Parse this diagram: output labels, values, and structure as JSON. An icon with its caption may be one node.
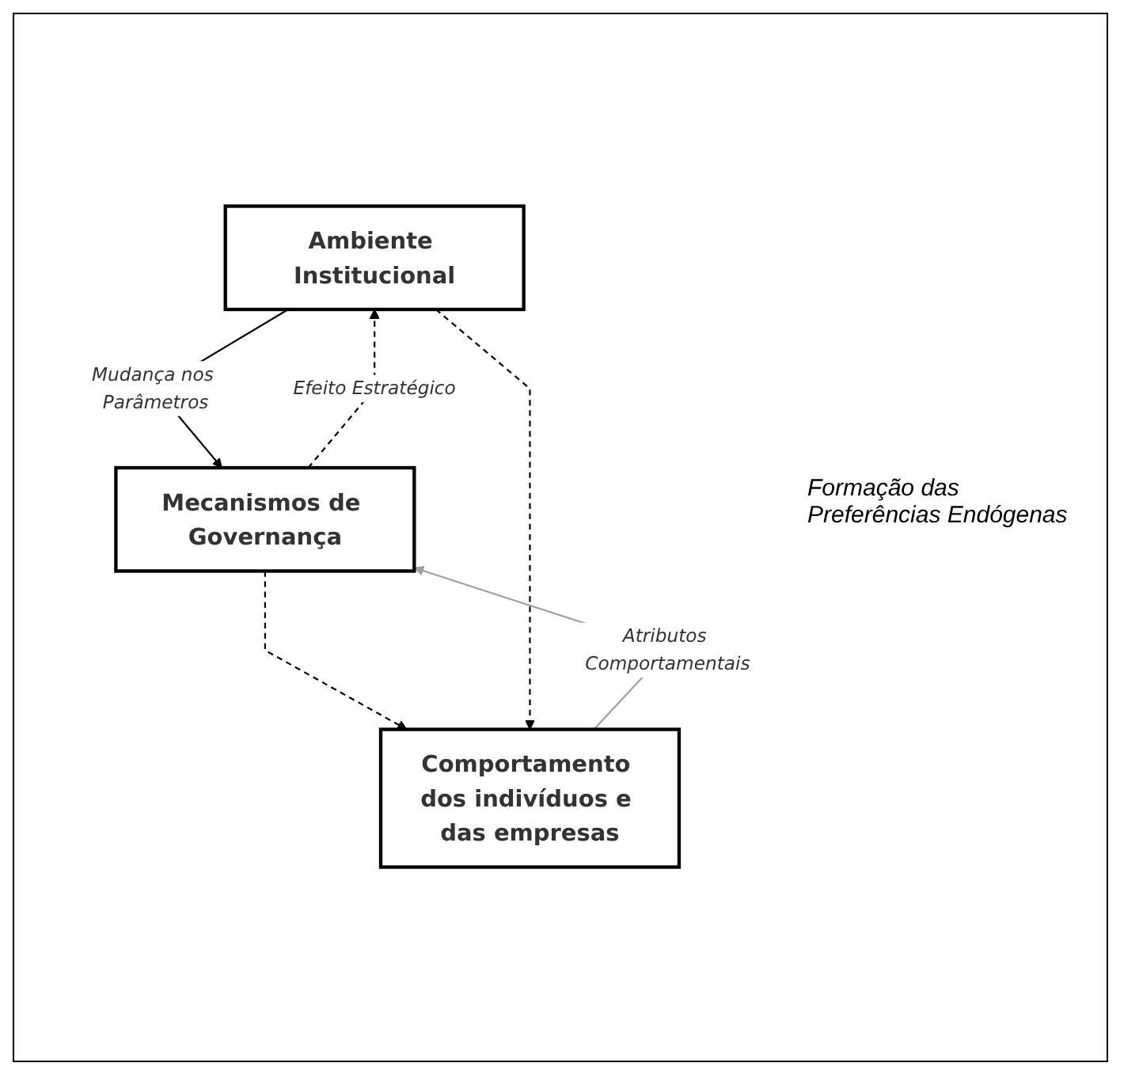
{
  "diagram": {
    "nodes": [
      {
        "text": [
          "Ambiente Institucional"
        ]
      },
      {
        "text": [
          "Mecanismos de Governança"
        ]
      },
      {
        "text": [
          "Comportamento dos indivíduos e das empresas"
        ]
      }
    ],
    "edges": [
      {
        "from": 0,
        "to": 1,
        "arrow": "to",
        "label": "Mudança nos Parâmetros"
      },
      {
        "from": 1,
        "to": 0,
        "arrow": "to",
        "label": "Efeito Estratégico",
        "style": "dashed"
      },
      {
        "from": 2,
        "to": 1,
        "arrow": "to",
        "label": "Atributos Comportamentais",
        "color": "#a0a0a0"
      },
      {
        "from": 1,
        "to": 2,
        "arrow": "to",
        "style": "dashed"
      },
      {
        "from": 0,
        "to": 2,
        "arrow": "to",
        "style": "dashed"
      }
    ],
    "labels": [
      "Formação das Preferências Endógenas"
    ]
  }
}
